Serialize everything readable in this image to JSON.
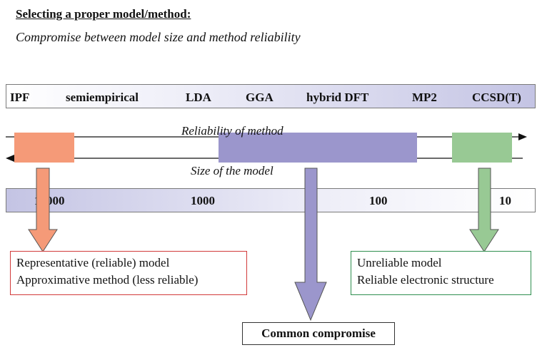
{
  "header": {
    "title": "Selecting a proper model/method:",
    "subtitle": "Compromise between model size and method reliability"
  },
  "methods": [
    "IPF",
    "semiempirical",
    "LDA",
    "GGA",
    "hybrid DFT",
    "MP2",
    "CCSD(T)"
  ],
  "axes": {
    "reliability_label": "Reliability of method",
    "size_label": "Size of the model"
  },
  "model_sizes": [
    "10000",
    "1000",
    "100",
    "10"
  ],
  "boxes": {
    "left": {
      "line1": "Representative (reliable) model",
      "line2": "Approximative method (less reliable)"
    },
    "right": {
      "line1": "Unreliable model",
      "line2": "Reliable electronic structure"
    },
    "center": "Common compromise"
  },
  "colors": {
    "salmon": "#f59a78",
    "purple": "#9b96cc",
    "green": "#98c994",
    "method_bar_end": "#c4c4e4"
  }
}
